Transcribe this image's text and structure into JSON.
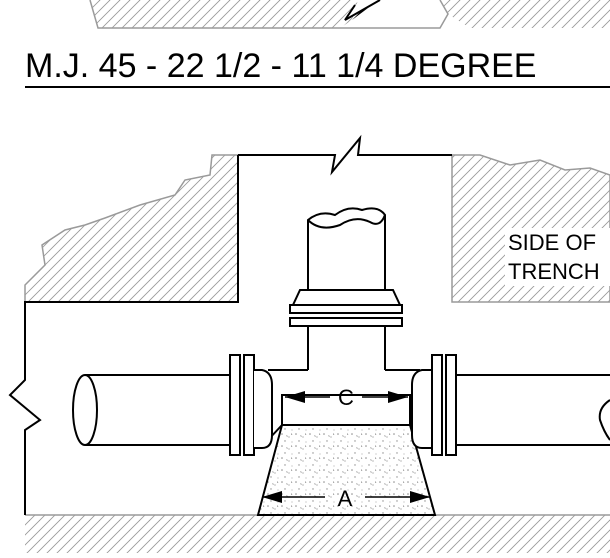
{
  "heading": "M.J. 45 - 22 1/2 - 11 1/4 DEGREE",
  "labels": {
    "side_of_trench_line1": "SIDE OF",
    "side_of_trench_line2": "TRENCH",
    "dim_c": "C",
    "dim_a": "A"
  },
  "colors": {
    "line": "#000000",
    "hatch": "#9a9a9a",
    "concrete": "#c8c8c8",
    "background": "#ffffff"
  }
}
